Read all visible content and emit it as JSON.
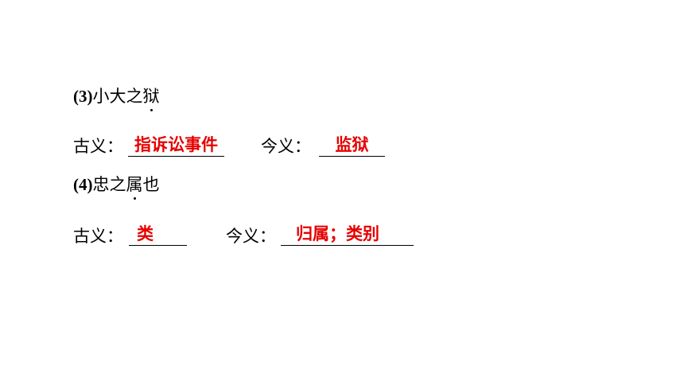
{
  "items": [
    {
      "number": "(3)",
      "phrase_before": "小大之",
      "phrase_dotted": "狱",
      "phrase_after": "",
      "ancient_label": "古义：",
      "ancient_answer": "指诉讼事件",
      "modern_label": "今义：",
      "modern_answer": "监狱"
    },
    {
      "number": "(4)",
      "phrase_before": "忠之",
      "phrase_dotted": "属",
      "phrase_after": "也",
      "ancient_label": "古义：",
      "ancient_answer": "类",
      "modern_label": "今义：",
      "modern_answer": "归属；类别"
    }
  ],
  "colors": {
    "answer": "#e60000",
    "text": "#000000"
  }
}
